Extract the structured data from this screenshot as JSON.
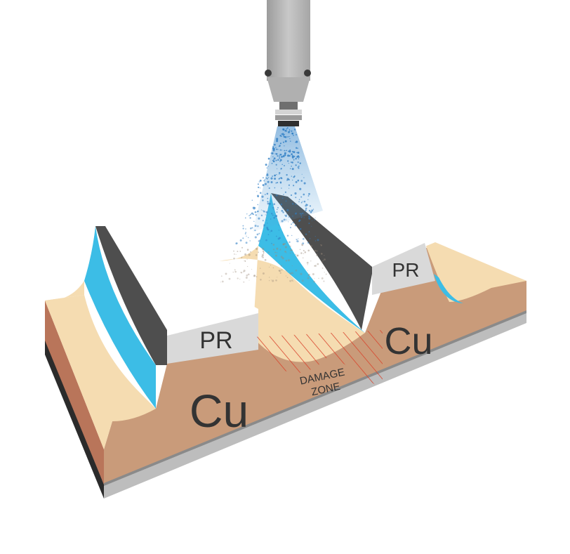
{
  "labels": {
    "pr_left": "PR",
    "pr_right": "PR",
    "cu_left": "Cu",
    "cu_right": "Cu",
    "damage_line1": "DAMAGE",
    "damage_line2": "ZONE"
  },
  "colors": {
    "copper_side": "#c99b7a",
    "copper_top": "#f5dcb1",
    "copper_left_face": "#b9755a",
    "photoresist": "#d9d9d9",
    "liner_dark": "#4e4e4e",
    "sidewall_blue": "#3cbde6",
    "substrate_gray": "#bdbdbd",
    "substrate_dark": "#2b2b2b",
    "nozzle_gray": "#b9b9b9",
    "spray_blue": "#3a86c8",
    "damage_hatch": "#d9442c"
  },
  "icons": {
    "nozzle": "spray-nozzle-icon"
  }
}
